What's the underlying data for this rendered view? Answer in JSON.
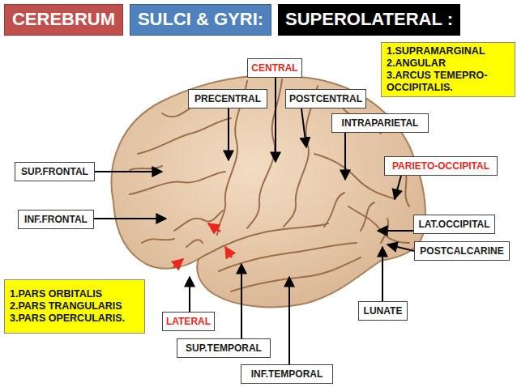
{
  "diagram": {
    "nodes": [
      {
        "text": [
          "CEREBRUM"
        ]
      },
      {
        "text": [
          "SULCI & GYRI:"
        ]
      },
      {
        "text": [
          "SUPEROLATERAL :"
        ]
      },
      {
        "text": [
          "1.SUPRAMARGINAL",
          "2.ANGULAR",
          "3.ARCUS TEMEPRO- OCCIPITALIS."
        ]
      },
      {
        "text": [
          "CENTRAL"
        ]
      },
      {
        "text": [
          "PRECENTRAL"
        ]
      },
      {
        "text": [
          "POSTCENTRAL"
        ]
      },
      {
        "text": [
          "INTRAPARIETAL"
        ]
      },
      {
        "text": [
          "SUP.FRONTAL"
        ]
      },
      {
        "text": [
          "PARIETO-OCCIPITAL"
        ]
      },
      {
        "text": [
          "INF.FRONTAL"
        ]
      },
      {
        "text": [
          "LAT.OCCIPITAL"
        ]
      },
      {
        "text": [
          "POSTCALCARINE"
        ]
      },
      {
        "text": [
          "1.PARS ORBITALIS",
          "2.PARS TRANGULARIS",
          "3.PARS OPERCULARIS."
        ]
      },
      {
        "text": [
          "LATERAL"
        ]
      },
      {
        "text": [
          "LUNATE"
        ]
      },
      {
        "text": [
          "SUP.TEMPORAL"
        ]
      },
      {
        "text": [
          "INF.TEMPORAL"
        ]
      }
    ]
  }
}
